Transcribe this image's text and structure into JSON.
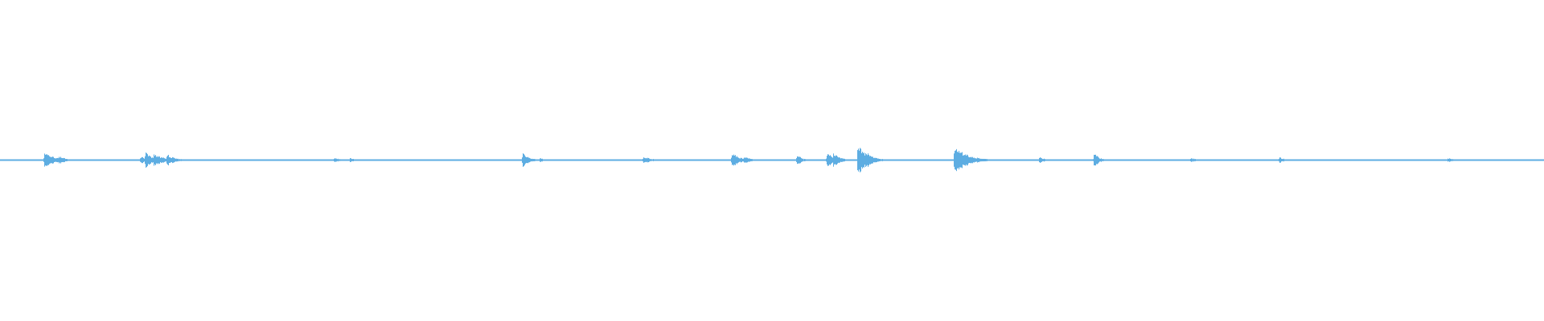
{
  "waveform": {
    "color": "#5dade2",
    "background": "#ffffff",
    "amplitude_range": [
      -1,
      1
    ],
    "baseline_noise": 0.006,
    "bursts": [
      {
        "time_fraction": 0.0287,
        "peak": 0.055,
        "decay": 0.006
      },
      {
        "time_fraction": 0.038,
        "peak": 0.03,
        "decay": 0.004
      },
      {
        "time_fraction": 0.091,
        "peak": 0.025,
        "decay": 0.005
      },
      {
        "time_fraction": 0.094,
        "peak": 0.055,
        "decay": 0.004
      },
      {
        "time_fraction": 0.0995,
        "peak": 0.045,
        "decay": 0.006
      },
      {
        "time_fraction": 0.108,
        "peak": 0.04,
        "decay": 0.005
      },
      {
        "time_fraction": 0.2165,
        "peak": 0.015,
        "decay": 0.004
      },
      {
        "time_fraction": 0.2265,
        "peak": 0.015,
        "decay": 0.003
      },
      {
        "time_fraction": 0.3385,
        "peak": 0.045,
        "decay": 0.004
      },
      {
        "time_fraction": 0.3495,
        "peak": 0.015,
        "decay": 0.003
      },
      {
        "time_fraction": 0.4165,
        "peak": 0.025,
        "decay": 0.005
      },
      {
        "time_fraction": 0.474,
        "peak": 0.05,
        "decay": 0.005
      },
      {
        "time_fraction": 0.482,
        "peak": 0.025,
        "decay": 0.004
      },
      {
        "time_fraction": 0.516,
        "peak": 0.04,
        "decay": 0.003
      },
      {
        "time_fraction": 0.5355,
        "peak": 0.05,
        "decay": 0.005
      },
      {
        "time_fraction": 0.5395,
        "peak": 0.05,
        "decay": 0.004
      },
      {
        "time_fraction": 0.5555,
        "peak": 0.1,
        "decay": 0.006
      },
      {
        "time_fraction": 0.5615,
        "peak": 0.05,
        "decay": 0.004
      },
      {
        "time_fraction": 0.618,
        "peak": 0.1,
        "decay": 0.008
      },
      {
        "time_fraction": 0.673,
        "peak": 0.02,
        "decay": 0.004
      },
      {
        "time_fraction": 0.7085,
        "peak": 0.05,
        "decay": 0.003
      },
      {
        "time_fraction": 0.771,
        "peak": 0.015,
        "decay": 0.004
      },
      {
        "time_fraction": 0.8285,
        "peak": 0.02,
        "decay": 0.004
      },
      {
        "time_fraction": 0.9375,
        "peak": 0.015,
        "decay": 0.004
      }
    ]
  }
}
